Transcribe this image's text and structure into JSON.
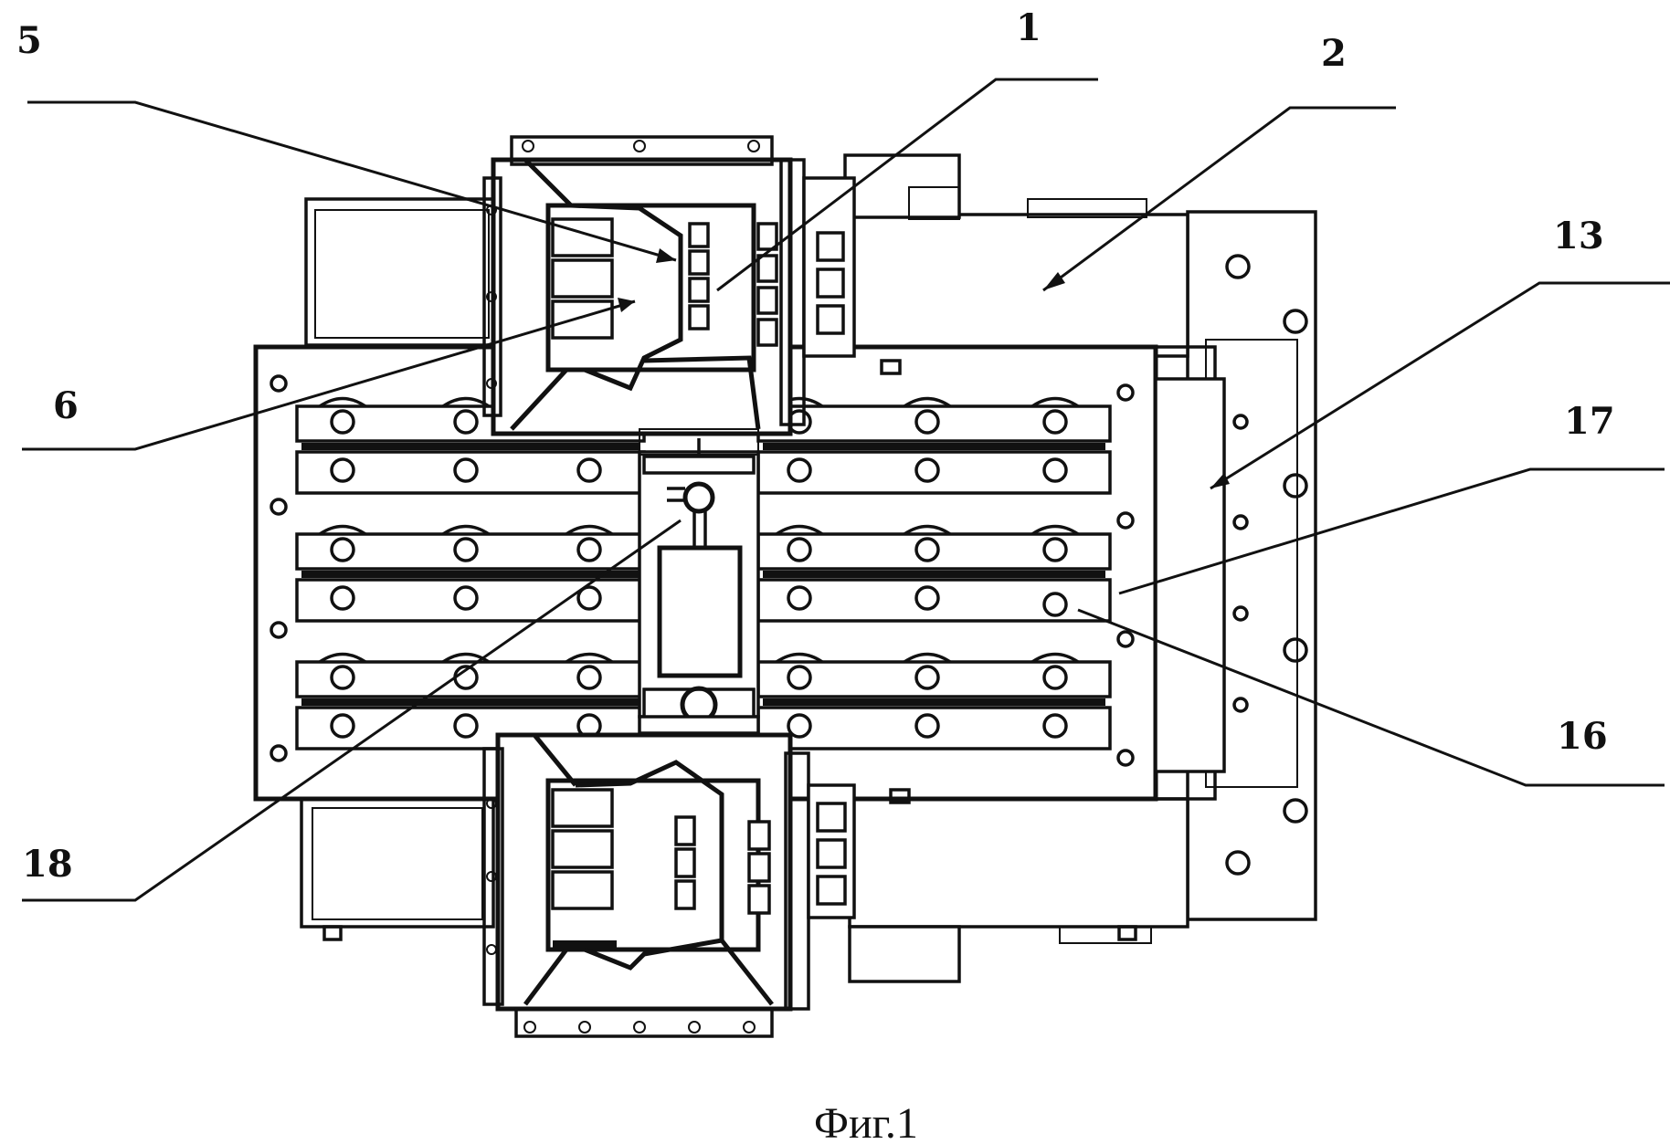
{
  "figure": {
    "caption": "Фиг.1",
    "callouts": {
      "c1": "1",
      "c2": "2",
      "c5": "5",
      "c6": "6",
      "c13": "13",
      "c16": "16",
      "c17": "17",
      "c18": "18"
    }
  }
}
